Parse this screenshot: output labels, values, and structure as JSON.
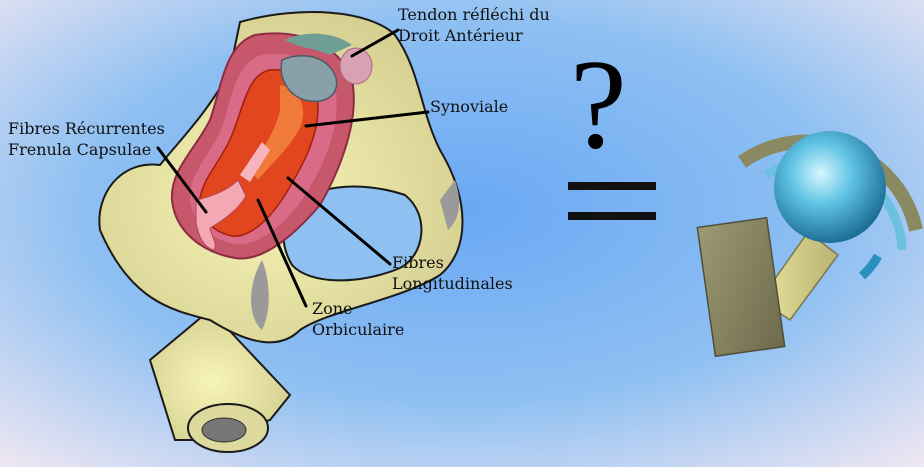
{
  "labels": {
    "tendon": [
      "Tendon réfléchi du",
      "Droit Antérieur"
    ],
    "synoviale": "Synoviale",
    "fibres_recurrentes": [
      "Fibres Récurrentes",
      "Frenula Capsulae"
    ],
    "fibres_longitudinales": [
      "Fibres",
      "Longitudinales"
    ],
    "zone_orbiculaire": [
      "Zone",
      "Orbiculaire"
    ]
  },
  "symbols": {
    "question": "?"
  },
  "colors": {
    "background": "#7fb4f0",
    "bone": "#d9d59a",
    "capsule": "#c7586c",
    "synovia": "#e2461e",
    "prosthesis_ball": "#43b5d6",
    "prosthesis_cup": "#8a8a62",
    "prosthesis_cup_inner": "#6cc0e0"
  },
  "icons": [
    "hip-joint-anatomy",
    "question-mark",
    "equals-sign",
    "hip-prosthesis-icon"
  ]
}
